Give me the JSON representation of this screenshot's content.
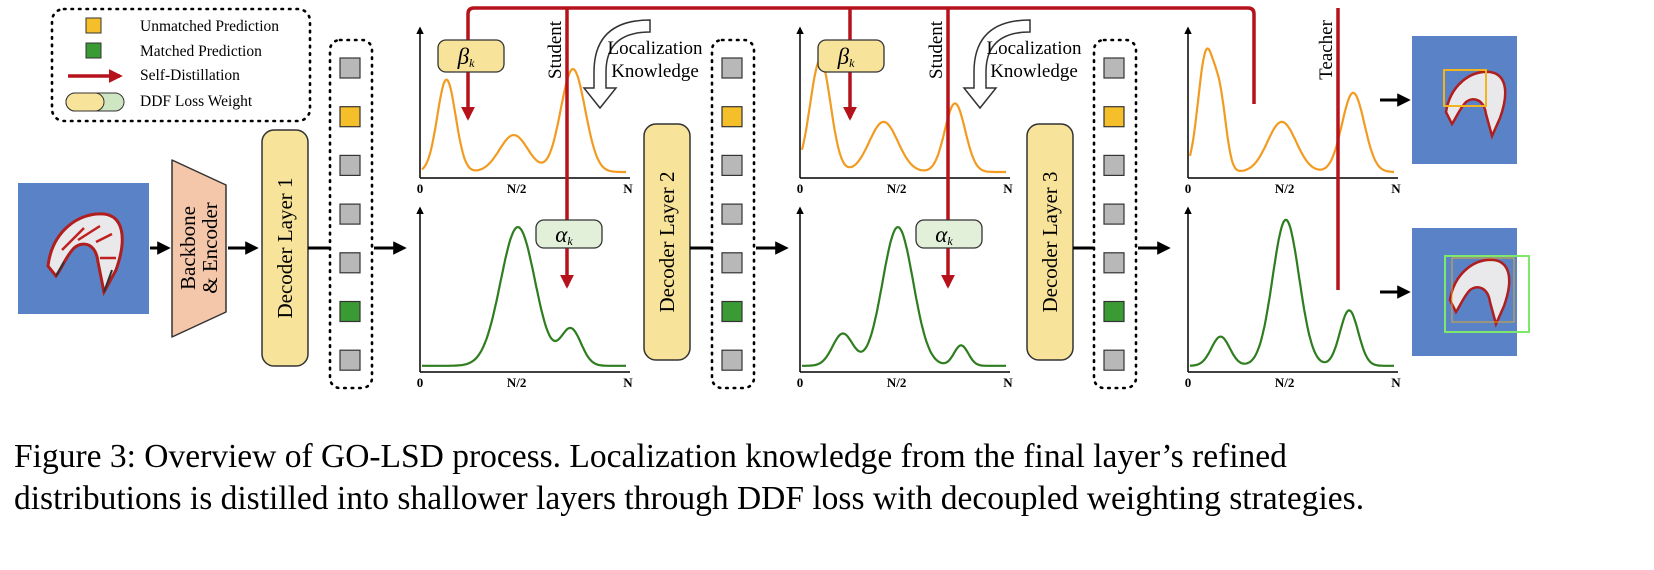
{
  "legend": {
    "unmatched": "Unmatched Prediction",
    "matched": "Matched Prediction",
    "self_distillation": "Self-Distillation",
    "ddf_weight": "DDF Loss Weight"
  },
  "blocks": {
    "backbone_line1": "Backbone",
    "backbone_line2": "& Encoder",
    "decoder1": "Decoder Layer 1",
    "decoder2": "Decoder Layer 2",
    "decoder3": "Decoder Layer 3"
  },
  "labels": {
    "beta": "β",
    "beta_sub": "k",
    "alpha": "α",
    "alpha_sub": "k",
    "student": "Student",
    "teacher": "Teacher",
    "localization_line1": "Localization",
    "localization_line2": "Knowledge"
  },
  "axis": {
    "zero": "0",
    "half": "N/2",
    "end": "N"
  },
  "query_columns": [
    [
      "unmatched-gray",
      "unmatched-orange",
      "unmatched-gray",
      "unmatched-gray",
      "unmatched-gray",
      "matched-green",
      "unmatched-gray"
    ],
    [
      "unmatched-gray",
      "unmatched-orange",
      "unmatched-gray",
      "unmatched-gray",
      "unmatched-gray",
      "matched-green",
      "unmatched-gray"
    ],
    [
      "unmatched-gray",
      "unmatched-orange",
      "unmatched-gray",
      "unmatched-gray",
      "unmatched-gray",
      "matched-green",
      "unmatched-gray"
    ]
  ],
  "colors": {
    "orange_curve": "#f29b22",
    "green_curve": "#2e7d1e",
    "red_arrow": "#b5121b",
    "unmatched_box": "#f5bf2a",
    "matched_box": "#3a9a34",
    "gray_box": "#b8b8b8",
    "decoder_fill": "#f8e39a",
    "backbone_fill": "#f4c7ab",
    "beta_fill": "#f8e39a",
    "alpha_fill": "#e2f0da"
  },
  "caption": {
    "line1": "Figure 3: Overview of GO-LSD process.  Localization knowledge from the final layer’s refined",
    "line2": "distributions is distilled into shallower layers through DDF loss with decoupled weighting strategies."
  }
}
